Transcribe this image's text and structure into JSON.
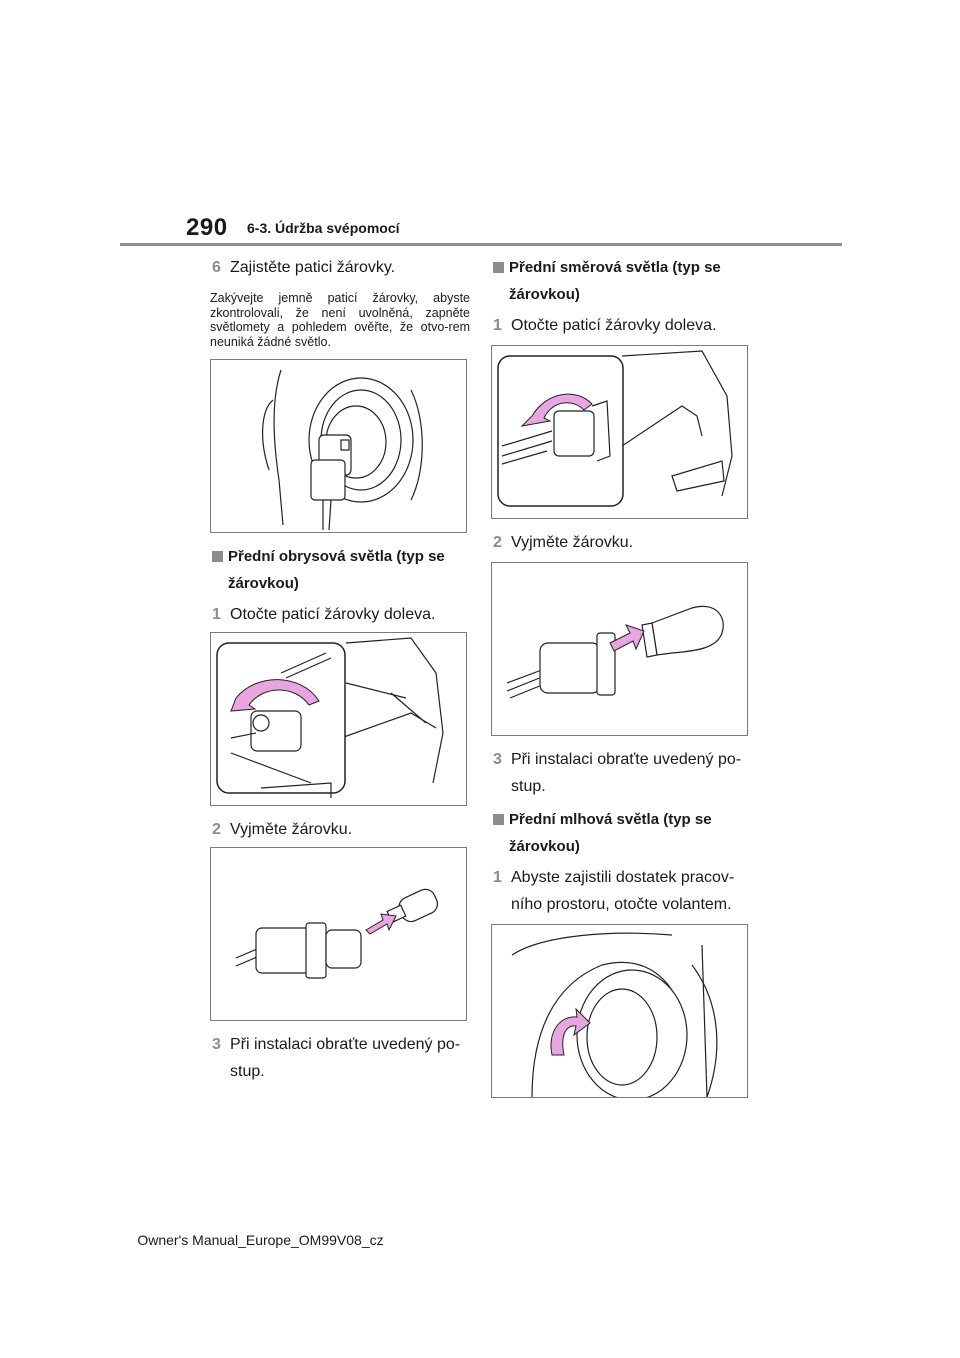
{
  "header": {
    "page_number": "290",
    "section_title": "6-3. Údržba svépomocí"
  },
  "left_column": {
    "step6": {
      "num": "6",
      "text": "Zajistěte patici žárovky."
    },
    "note": "Zakývejte jemně paticí žárovky, abyste zkontrolovali, že není uvolněná, zapněte světlomety a pohledem ověřte, že otvo-rem neuniká žádné světlo.",
    "side_lights_heading": "Přední obrysová světla (typ se žárovkou)",
    "sl_step1": {
      "num": "1",
      "text": "Otočte paticí žárovky doleva."
    },
    "sl_step2": {
      "num": "2",
      "text": "Vyjměte žárovku."
    },
    "sl_step3": {
      "num": "3",
      "text": "Při instalaci obraťte uvedený po-stup."
    }
  },
  "right_column": {
    "turn_heading": "Přední směrová světla (typ se žárovkou)",
    "ts_step1": {
      "num": "1",
      "text": "Otočte paticí žárovky doleva."
    },
    "ts_step2": {
      "num": "2",
      "text": "Vyjměte žárovku."
    },
    "ts_step3": {
      "num": "3",
      "text": "Při instalaci obraťte uvedený po-stup."
    },
    "fog_heading": "Přední mlhová světla (typ se žárovkou)",
    "fog_step1": {
      "num": "1",
      "text": "Abyste zajistili dostatek pracov-ního prostoru, otočte volantem."
    }
  },
  "footer": {
    "text": "Owner's Manual_Europe_OM99V08_cz"
  },
  "colors": {
    "accent_arrow": "#e7a6e0",
    "step_number": "#8a8d92",
    "rule": "#8c9096"
  }
}
